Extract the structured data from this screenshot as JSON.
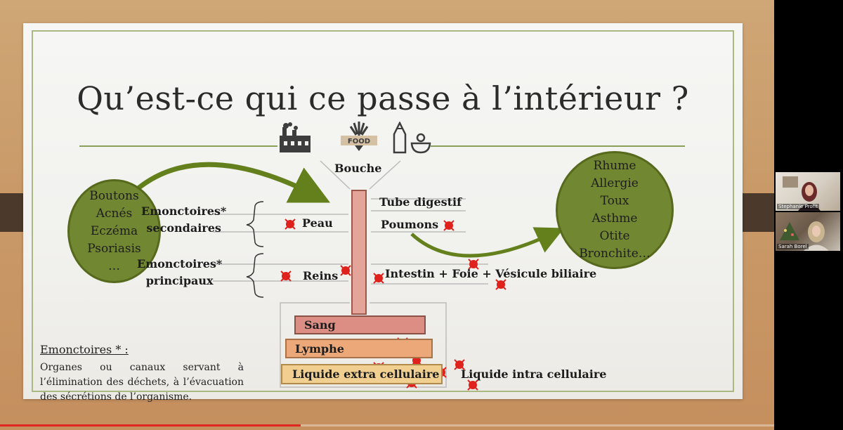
{
  "slide": {
    "title": "Qu’est-ce qui ce passe à l’intérieur ?",
    "food_icon_text": "FOOD",
    "left_circle": [
      "Boutons",
      "Acnés",
      "Eczéma",
      "Psoriasis",
      "…"
    ],
    "right_circle": [
      "Rhume",
      "Allergie",
      "Toux",
      "Asthme",
      "Otite",
      "Bronchite…"
    ],
    "bouche": "Bouche",
    "emonctoires_secondaires": [
      "Emonctoires*",
      "secondaires"
    ],
    "emonctoires_principaux": [
      "Emonctoires*",
      "principaux"
    ],
    "peau": "Peau",
    "reins": "Reins",
    "tube_digestif": "Tube digestif",
    "poumons": "Poumons",
    "intestin": "Intestin + Foie + Vésicule biliaire",
    "sang": "Sang",
    "lymphe": "Lymphe",
    "liquide_extra": "Liquide extra cellulaire",
    "liquide_intra": "Liquide intra cellulaire",
    "definition_title": "Emonctoires * :",
    "definition_body": "Organes ou canaux servant à l’élimination des déchets, à l’évacuation des sécrétions de l’organisme."
  },
  "video": {
    "progress_fraction": 0.388
  },
  "participants": [
    {
      "name": "Stephanie Profit"
    },
    {
      "name": "Sarah Borel"
    }
  ],
  "colors": {
    "circle_fill": "#718731",
    "divider": "#8aa05a",
    "toxin_red": "#e0221c",
    "progress": "#e0261f"
  }
}
